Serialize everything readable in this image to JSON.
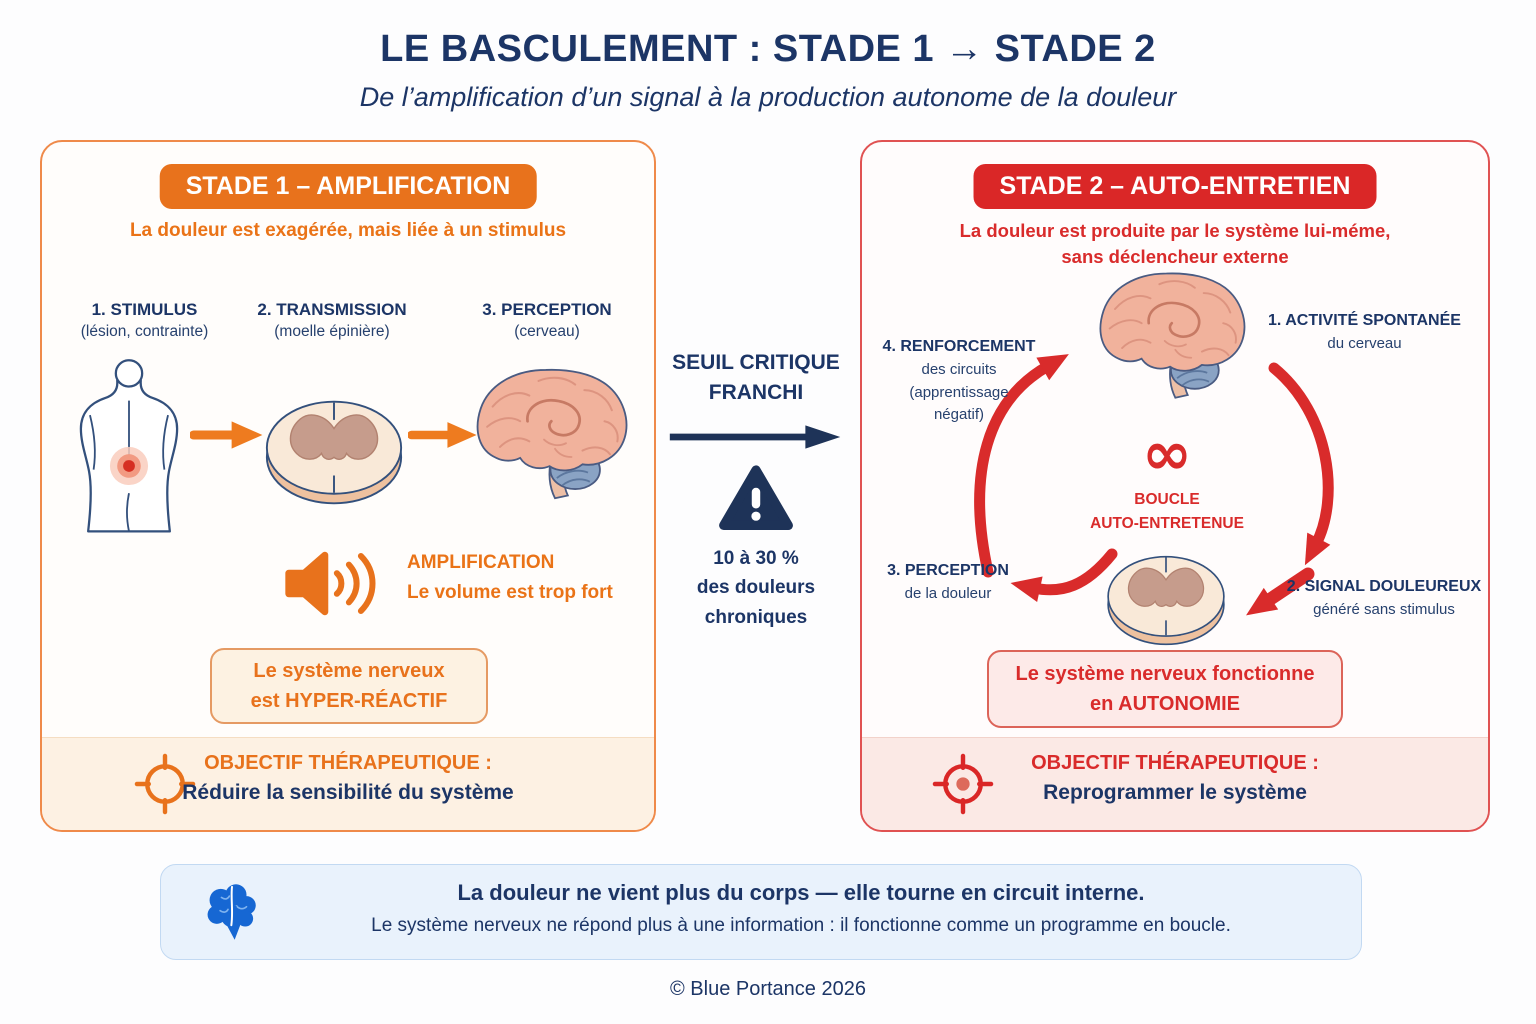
{
  "colors": {
    "navy": "#1c3566",
    "orange": "#e8721c",
    "red": "#d92b2b",
    "blue": "#1667d3"
  },
  "header": {
    "title": "LE BASCULEMENT : STADE 1 → STADE 2",
    "subtitle": "De l’amplification d’un signal à la production autonome de la douleur"
  },
  "stage1": {
    "badge": "STADE 1 – AMPLIFICATION",
    "tagline": "La douleur est exagérée, mais liée à un stimulus",
    "steps": [
      {
        "title": "1. STIMULUS",
        "subtitle": "(lésion, contrainte)"
      },
      {
        "title": "2. TRANSMISSION",
        "subtitle": "(moelle épinière)"
      },
      {
        "title": "3. PERCEPTION",
        "subtitle": "(cerveau)"
      }
    ],
    "amplification": {
      "title": "AMPLIFICATION",
      "subtitle": "Le volume est trop fort"
    },
    "callout": {
      "line1": "Le système nerveux",
      "line2": "est HYPER-RÉACTIF"
    },
    "objective": {
      "label": "OBJECTIF THÉRAPEUTIQUE :",
      "text": "Réduire la sensibilité du système"
    }
  },
  "transition": {
    "title_line1": "SEUIL CRITIQUE",
    "title_line2": "FRANCHI",
    "stat_line1": "10 à 30 %",
    "stat_line2": "des douleurs",
    "stat_line3": "chroniques"
  },
  "stage2": {
    "badge": "STADE 2 – AUTO-ENTRETIEN",
    "tagline_line1": "La douleur est produite par le système lui-méme,",
    "tagline_line2": "sans déclencheur externe",
    "loop": {
      "step1": {
        "title": "1. ACTIVITÉ SPONTANÉE",
        "subtitle": "du cerveau"
      },
      "step2": {
        "title": "2. SIGNAL DOULEUREUX",
        "subtitle": "généré sans stimulus"
      },
      "step3": {
        "title": "3. PERCEPTION",
        "subtitle": "de la douleur"
      },
      "step4": {
        "title": "4. RENFORCEMENT",
        "sub_line1": "des circuits",
        "sub_line2": "(apprentissage",
        "sub_line3": "négatif)"
      },
      "center_symbol": "∞",
      "center_line1": "BOUCLE",
      "center_line2": "AUTO-ENTRETENUE"
    },
    "callout": {
      "line1": "Le système nerveux fonctionne",
      "line2": "en AUTONOMIE"
    },
    "objective": {
      "label": "OBJECTIF THÉRAPEUTIQUE :",
      "text": "Reprogrammer le système"
    }
  },
  "banner": {
    "line1": "La douleur ne vient plus du corps — elle tourne en circuit interne.",
    "line2": "Le système nerveux ne répond plus à une information : il fonctionne comme un programme en boucle."
  },
  "footer": {
    "text": "© Blue Portance 2026"
  },
  "icons": {
    "speaker": "speaker-amplification-icon",
    "warning": "warning-triangle-icon",
    "target": "target-crosshair-icon",
    "brain": "brain-illustration",
    "spinal_cord": "spinal-cord-cross-section",
    "human": "human-back-figure",
    "banner_brain": "blue-brain-icon",
    "infinity": "infinity-loop-icon"
  }
}
